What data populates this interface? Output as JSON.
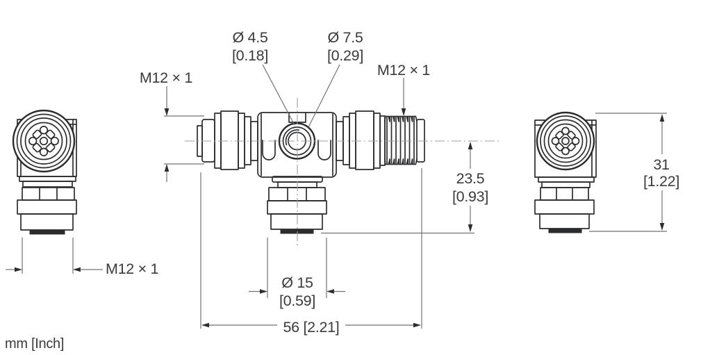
{
  "colors": {
    "background": "#ffffff",
    "outline": "#2b2c2e",
    "dimension": "#707274",
    "centerline": "#9b9d9f",
    "text": "#3a3a3c"
  },
  "annotations": {
    "hole_diameter": {
      "mm": "Ø 4.5",
      "inch": "[0.18]"
    },
    "counterbore_diameter": {
      "mm": "Ø 7.5",
      "inch": "[0.29]"
    },
    "left_thread": "M12 × 1",
    "right_thread": "M12 × 1",
    "bottom_thread": "M12 × 1",
    "center_height": {
      "mm": "23.5",
      "inch": "[0.93]"
    },
    "side_height": {
      "mm": "31",
      "inch": "[1.22]"
    },
    "body_diameter": {
      "mm": "Ø 15",
      "inch": "[0.59]"
    },
    "overall_length": "56 [2.21]",
    "units": "mm [Inch]"
  }
}
